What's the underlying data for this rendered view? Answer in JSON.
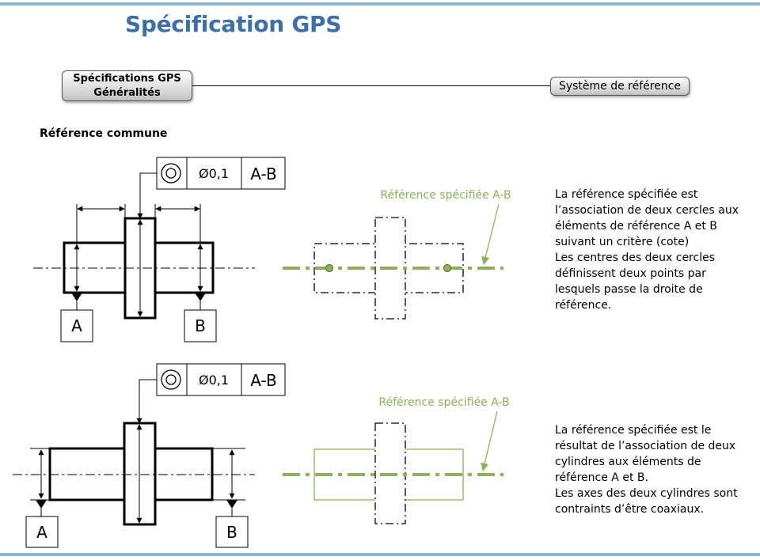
{
  "page": {
    "title": "Spécification GPS"
  },
  "nav": {
    "left_pill": {
      "line1": "Spécifications GPS",
      "line2": "Généralités"
    },
    "right_pill": "Système de référence"
  },
  "section": {
    "heading": "Référence commune"
  },
  "top_diagram": {
    "frame": {
      "symbol": "coaxiality-icon",
      "tolerance": "Ø0,1",
      "datum": "A-B"
    },
    "datum_a": "A",
    "datum_b": "B",
    "spec_label": "Référence spécifiée A-B",
    "description": "La référence spécifiée est\nl’association de deux cercles aux\néléments de référence A et B\nsuivant un critère (cote)\nLes centres des deux cercles\ndéfinissent deux points par\nlesquels passe la droite de\nréférence."
  },
  "bottom_diagram": {
    "frame": {
      "symbol": "coaxiality-icon",
      "tolerance": "Ø0,1",
      "datum": "A-B"
    },
    "datum_a": "A",
    "datum_b": "B",
    "spec_label": "Référence spécifiée A-B",
    "description": "La référence spécifiée est le\nrésultat de l’association de deux\ncylindres aux éléments de\nréférence A et B.\nLes axes des deux cylindres sont\ncontraints d’être coaxiaux."
  },
  "colors": {
    "title": "#3e6fa5",
    "green": "#8cb15a",
    "bar": "#8db6cd"
  }
}
